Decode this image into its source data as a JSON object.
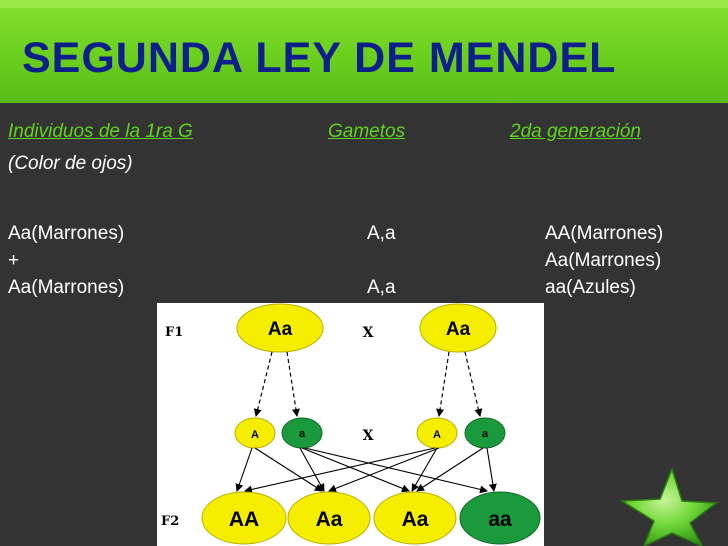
{
  "slide": {
    "title": "SEGUNDA LEY DE MENDEL",
    "headers": {
      "parents": "Individuos de la 1ra G",
      "gametes": "Gametos",
      "second_gen": "2da generación"
    },
    "subtitle": "(Color de ojos)",
    "parents": {
      "parent_1": "Aa(Marrones)",
      "plus": "+",
      "parent_2": "Aa(Marrones)"
    },
    "gametes": {
      "gamete_1": "A,a",
      "gamete_2": "A,a"
    },
    "offspring": {
      "genotype_1": "AA(Marrones)",
      "genotype_2": "Aa(Marrones)",
      "genotype_3": "aa(Azules)"
    }
  },
  "diagram": {
    "f1_label": "F1",
    "f2_label": "F2",
    "cross_symbol_1": "X",
    "cross_symbol_2": "X",
    "f1_left": "Aa",
    "f1_right": "Aa",
    "gamete_left_A": "A",
    "gamete_left_a": "a",
    "gamete_right_A": "A",
    "gamete_right_a": "a",
    "f2_1": "AA",
    "f2_2": "Aa",
    "f2_3": "Aa",
    "f2_4": "aa"
  },
  "colors": {
    "title": "#0e1e8a",
    "accent_green": "#5fd31e",
    "header_green": "#6bcf1e",
    "background": "#333333",
    "dominant_yellow": "#f5ee00",
    "recessive_green": "#1a9a3c"
  },
  "icons": {
    "decoration": "green-star-icon"
  }
}
